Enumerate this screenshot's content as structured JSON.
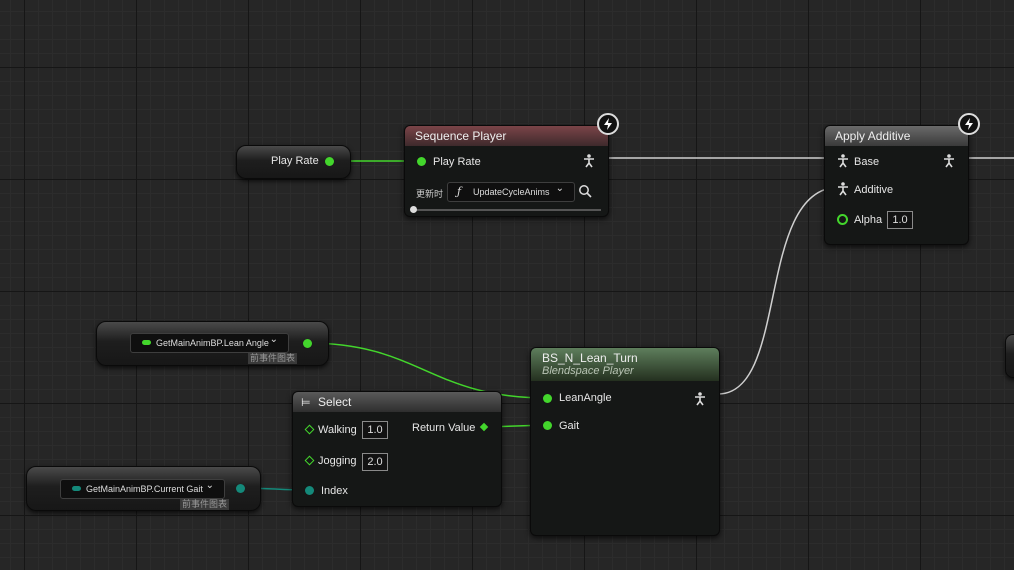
{
  "colors": {
    "float_pin": "#43d62c",
    "enum_pin": "#14897a",
    "sequence_header": "#6b3a3e",
    "additive_header": "#4e4e4e",
    "blendspace_header": "#3e5e3e"
  },
  "vars": {
    "play_rate": {
      "label": "Play Rate"
    },
    "lean_angle": {
      "dropdown": "GetMainAnimBP.Lean Angle",
      "tag": "前事件图表"
    },
    "current_gait": {
      "dropdown": "GetMainAnimBP.Current Gait",
      "tag": "前事件图表"
    }
  },
  "sequence_player": {
    "title": "Sequence Player",
    "play_rate_label": "Play Rate",
    "update_label": "更新时",
    "function_icon": "function-f-icon",
    "function_name": "UpdateCycleAnims",
    "progress": 0.0
  },
  "apply_additive": {
    "title": "Apply Additive",
    "base_label": "Base",
    "additive_label": "Additive",
    "alpha_label": "Alpha",
    "alpha_value": "1.0"
  },
  "select": {
    "title": "Select",
    "options": [
      {
        "label": "Walking",
        "value": "1.0"
      },
      {
        "label": "Jogging",
        "value": "2.0"
      }
    ],
    "return_label": "Return Value",
    "index_label": "Index"
  },
  "blendspace": {
    "title": "BS_N_Lean_Turn",
    "subtitle": "Blendspace Player",
    "pins": [
      "LeanAngle",
      "Gait"
    ]
  }
}
